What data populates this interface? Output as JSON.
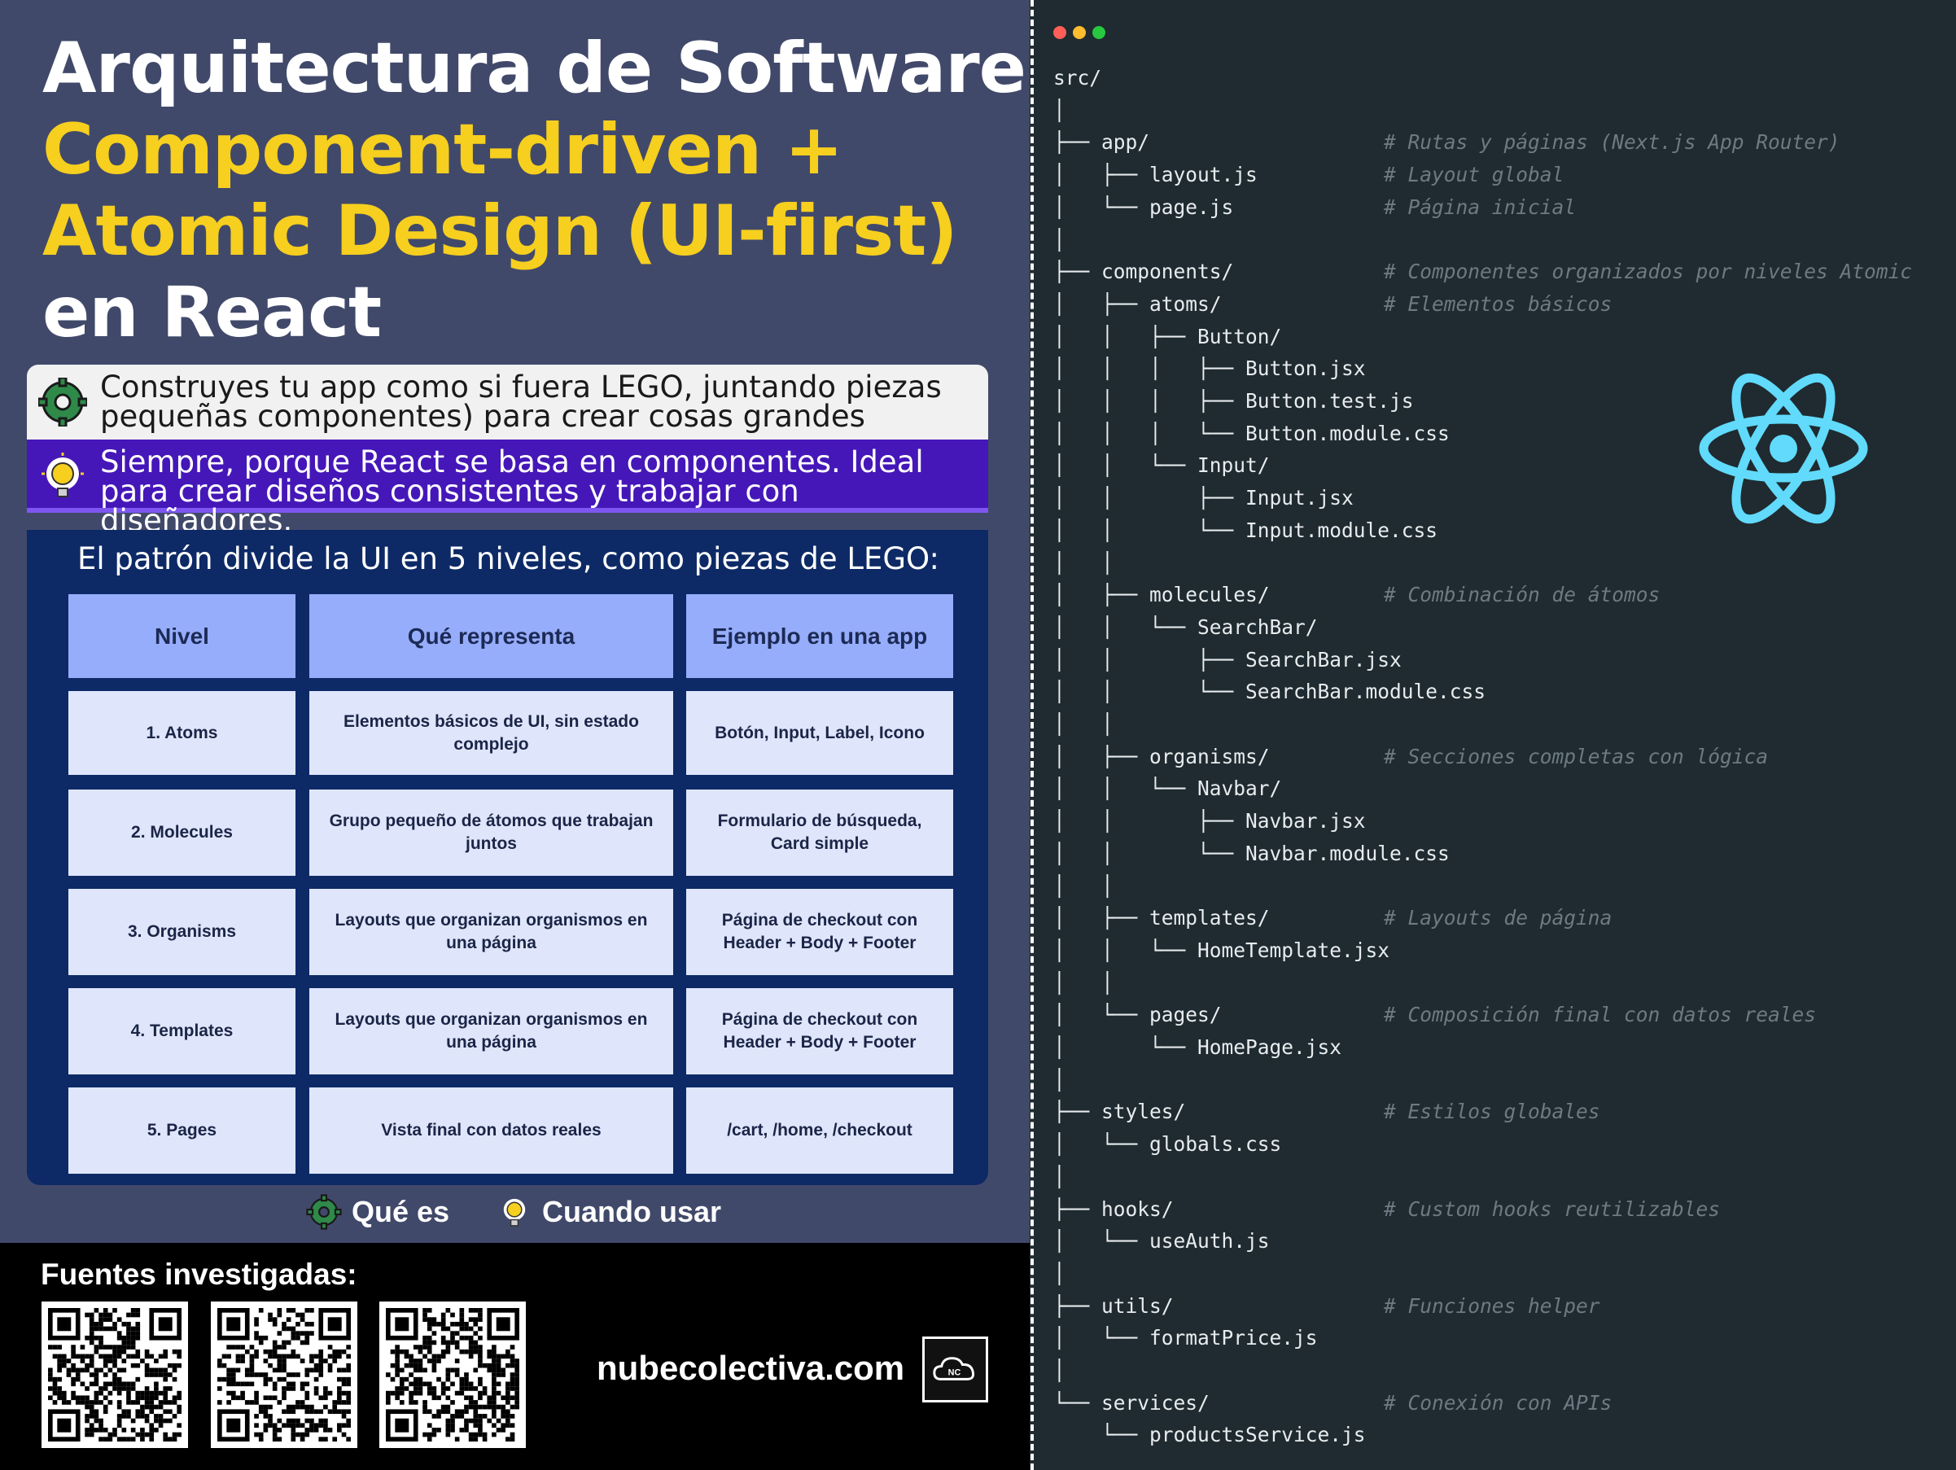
{
  "title": {
    "line1": "Arquitectura de Software",
    "line2": "Component-driven +",
    "line3": "Atomic Design (UI-first)",
    "line4": "en React"
  },
  "intro": {
    "what_text": "Construyes tu app como si fuera LEGO, juntando piezas pequeñas componentes) para crear cosas grandes",
    "when_text": "Siempre, porque React se basa en componentes. Ideal para crear diseños consistentes y trabajar con diseñadores."
  },
  "levels_table": {
    "heading": "El patrón divide la UI en 5 niveles, como piezas de LEGO:",
    "headers": [
      "Nivel",
      "Qué representa",
      "Ejemplo en una app"
    ],
    "rows": [
      [
        "1. Atoms",
        "Elementos básicos de UI, sin estado complejo",
        "Botón, Input, Label, Icono"
      ],
      [
        "2. Molecules",
        "Grupo pequeño de átomos que trabajan juntos",
        "Formulario de búsqueda, Card simple"
      ],
      [
        "3. Organisms",
        "Layouts que organizan organismos en una página",
        "Página de checkout con Header + Body + Footer"
      ],
      [
        "4. Templates",
        "Layouts que organizan organismos en una página",
        "Página de checkout con Header + Body + Footer"
      ],
      [
        "5. Pages",
        "Vista final con datos reales",
        "/cart, /home, /checkout"
      ]
    ]
  },
  "legend": {
    "what": "Qué es",
    "when": "Cuando usar",
    "what_icon": "gear-icon",
    "when_icon": "lightbulb-icon"
  },
  "sources": {
    "title": "Fuentes investigadas:",
    "site": "nubecolectiva.com",
    "logo_text": "NC"
  },
  "colors": {
    "left_bg": "#41496a",
    "yellow": "#f6cf1f",
    "purple": "#4517b8",
    "table_bg": "#0d2a66",
    "header_cell": "#96adfb",
    "body_cell": "#dfe6fb",
    "code_bg": "#1f2b30",
    "react_blue": "#61dafb"
  },
  "window_dots": [
    "#ff5f57",
    "#febc2e",
    "#28c840"
  ],
  "tree": [
    {
      "text": "src/",
      "comment": ""
    },
    {
      "text": "│",
      "comment": ""
    },
    {
      "text": "├── app/",
      "comment": "# Rutas y páginas (Next.js App Router)"
    },
    {
      "text": "│   ├── layout.js",
      "comment": "# Layout global"
    },
    {
      "text": "│   └── page.js",
      "comment": "# Página inicial"
    },
    {
      "text": "│",
      "comment": ""
    },
    {
      "text": "├── components/",
      "comment": "# Componentes organizados por niveles Atomic"
    },
    {
      "text": "│   ├── atoms/",
      "comment": "# Elementos básicos"
    },
    {
      "text": "│   │   ├── Button/",
      "comment": ""
    },
    {
      "text": "│   │   │   ├── Button.jsx",
      "comment": ""
    },
    {
      "text": "│   │   │   ├── Button.test.js",
      "comment": ""
    },
    {
      "text": "│   │   │   └── Button.module.css",
      "comment": ""
    },
    {
      "text": "│   │   └── Input/",
      "comment": ""
    },
    {
      "text": "│   │       ├── Input.jsx",
      "comment": ""
    },
    {
      "text": "│   │       └── Input.module.css",
      "comment": ""
    },
    {
      "text": "│   │",
      "comment": ""
    },
    {
      "text": "│   ├── molecules/",
      "comment": "# Combinación de átomos"
    },
    {
      "text": "│   │   └── SearchBar/",
      "comment": ""
    },
    {
      "text": "│   │       ├── SearchBar.jsx",
      "comment": ""
    },
    {
      "text": "│   │       └── SearchBar.module.css",
      "comment": ""
    },
    {
      "text": "│   │",
      "comment": ""
    },
    {
      "text": "│   ├── organisms/",
      "comment": "# Secciones completas con lógica"
    },
    {
      "text": "│   │   └── Navbar/",
      "comment": ""
    },
    {
      "text": "│   │       ├── Navbar.jsx",
      "comment": ""
    },
    {
      "text": "│   │       └── Navbar.module.css",
      "comment": ""
    },
    {
      "text": "│   │",
      "comment": ""
    },
    {
      "text": "│   ├── templates/",
      "comment": "# Layouts de página"
    },
    {
      "text": "│   │   └── HomeTemplate.jsx",
      "comment": ""
    },
    {
      "text": "│   │",
      "comment": ""
    },
    {
      "text": "│   └── pages/",
      "comment": "# Composición final con datos reales"
    },
    {
      "text": "│       └── HomePage.jsx",
      "comment": ""
    },
    {
      "text": "│",
      "comment": ""
    },
    {
      "text": "├── styles/",
      "comment": "# Estilos globales"
    },
    {
      "text": "│   └── globals.css",
      "comment": ""
    },
    {
      "text": "│",
      "comment": ""
    },
    {
      "text": "├── hooks/",
      "comment": "# Custom hooks reutilizables"
    },
    {
      "text": "│   └── useAuth.js",
      "comment": ""
    },
    {
      "text": "│",
      "comment": ""
    },
    {
      "text": "├── utils/",
      "comment": "# Funciones helper"
    },
    {
      "text": "│   └── formatPrice.js",
      "comment": ""
    },
    {
      "text": "│",
      "comment": ""
    },
    {
      "text": "└── services/",
      "comment": "# Conexión con APIs"
    },
    {
      "text": "    └── productsService.js",
      "comment": ""
    }
  ],
  "react_logo_icon": "react-logo-icon"
}
